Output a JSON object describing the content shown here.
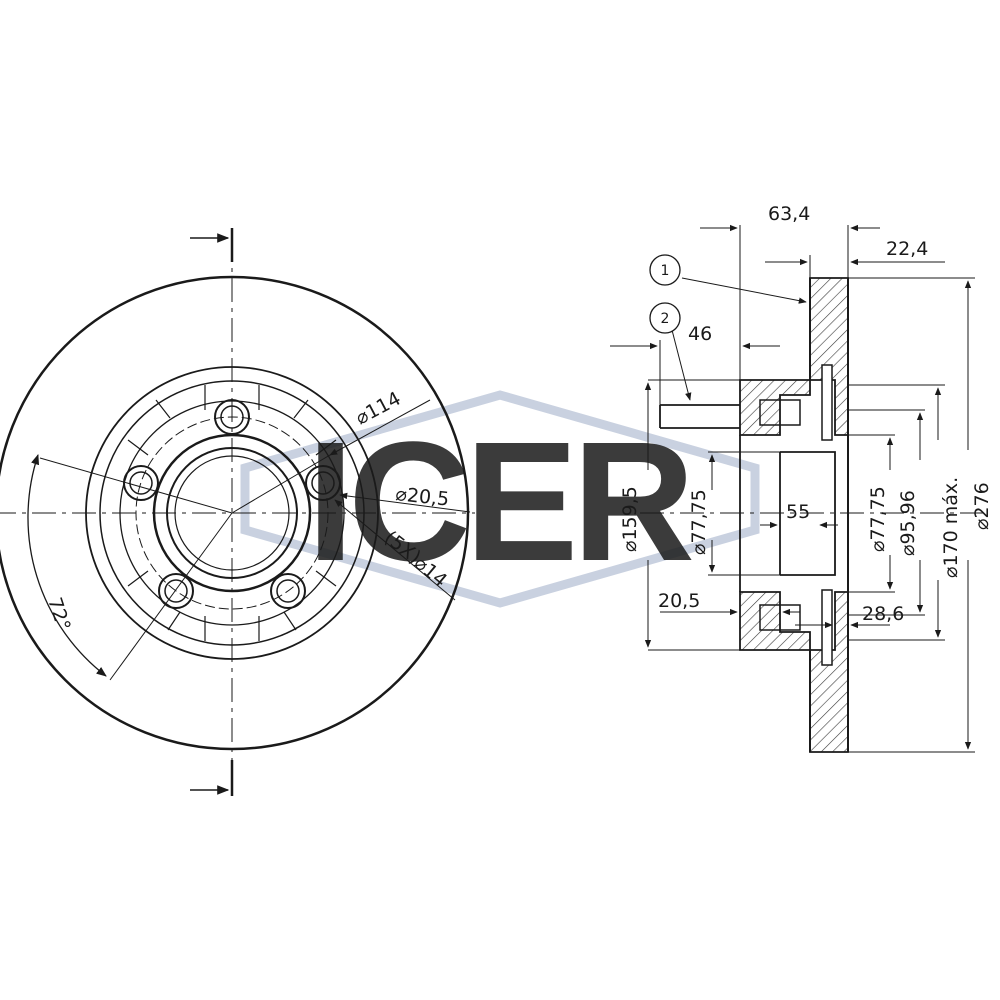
{
  "watermark": {
    "text": "ICER",
    "color": "#c9d1e0"
  },
  "colors": {
    "line": "#1a1a1a",
    "hatch": "#3a3a3a",
    "background": "#ffffff"
  },
  "front_view": {
    "stud_holes": 5,
    "labels": {
      "pcd": "⌀114",
      "stud_hole": "⌀20,5",
      "count": "(5X)",
      "small_hole": "⌀14",
      "angle": "72°"
    }
  },
  "section_view": {
    "callouts": [
      "1",
      "2"
    ],
    "dims": {
      "overall_height": "63,4",
      "disc_thickness": "22,4",
      "hub_height": "46",
      "hub_step": "20,5",
      "flange_thickness": "28,6",
      "inner_depth": "55"
    },
    "diameters": {
      "d159": "⌀159,5",
      "d77a": "⌀77,75",
      "d77b": "⌀77,75",
      "d95": "⌀95,96",
      "d170": "⌀170 máx.",
      "d276": "⌀276"
    }
  }
}
